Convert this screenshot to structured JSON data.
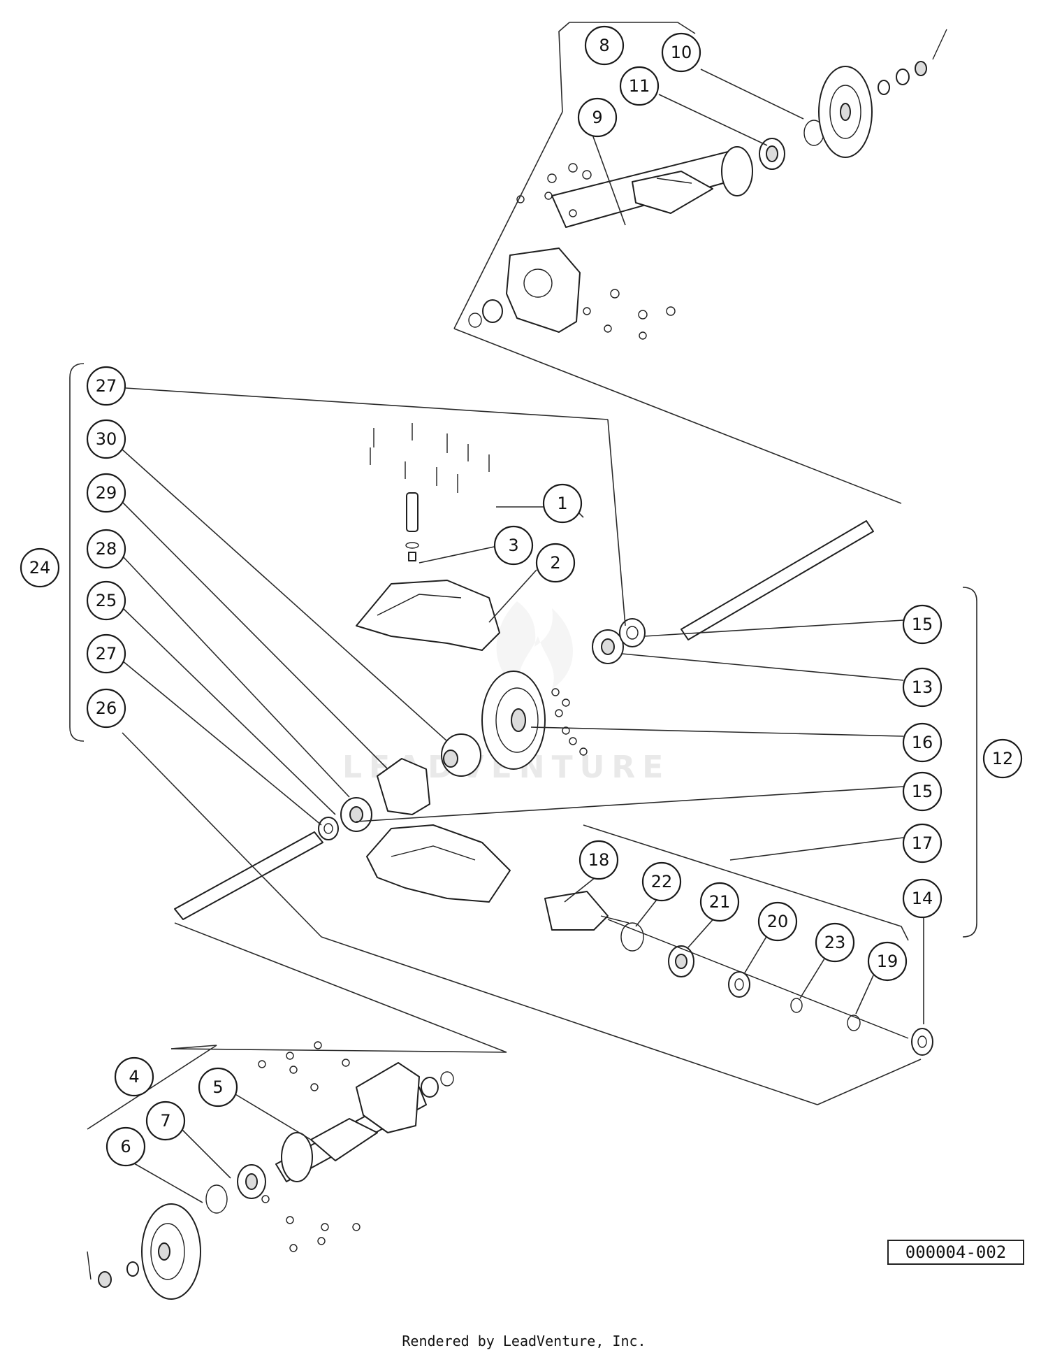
{
  "watermark": "LEADVENTURE",
  "diagram_id": "000004-002",
  "credit": "Rendered by LeadVenture, Inc.",
  "callouts": [
    {
      "num": "8"
    },
    {
      "num": "10"
    },
    {
      "num": "11"
    },
    {
      "num": "9"
    },
    {
      "num": "27"
    },
    {
      "num": "30"
    },
    {
      "num": "29"
    },
    {
      "num": "28"
    },
    {
      "num": "25"
    },
    {
      "num": "27"
    },
    {
      "num": "26"
    },
    {
      "num": "24"
    },
    {
      "num": "1"
    },
    {
      "num": "3"
    },
    {
      "num": "2"
    },
    {
      "num": "15"
    },
    {
      "num": "13"
    },
    {
      "num": "16"
    },
    {
      "num": "15"
    },
    {
      "num": "17"
    },
    {
      "num": "14"
    },
    {
      "num": "12"
    },
    {
      "num": "18"
    },
    {
      "num": "22"
    },
    {
      "num": "21"
    },
    {
      "num": "20"
    },
    {
      "num": "23"
    },
    {
      "num": "19"
    },
    {
      "num": "4"
    },
    {
      "num": "5"
    },
    {
      "num": "7"
    },
    {
      "num": "6"
    }
  ]
}
